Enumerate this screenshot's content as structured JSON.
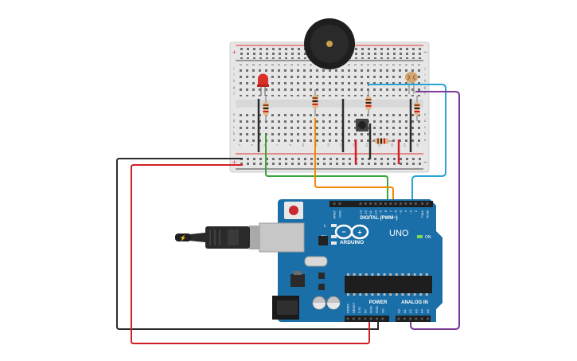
{
  "arduino": {
    "brand": "ARDUINO",
    "model": "UNO",
    "digital_header": "DIGITAL (PWM~)",
    "power_header": "POWER",
    "analog_header": "ANALOG IN",
    "aref": "AREF",
    "gnd": "GND",
    "digital_pins": [
      "13",
      "12",
      "~11",
      "~10",
      "~9",
      "8",
      "7",
      "~6",
      "~5",
      "4",
      "~3",
      "2",
      "TX▸1",
      "RX◂0"
    ],
    "power_pins": [
      "IOREF",
      "RESET",
      "3.3V",
      "5V",
      "GND",
      "GND",
      "Vin"
    ],
    "analog_pins": [
      "A0",
      "A1",
      "A2",
      "A3",
      "A4",
      "A5"
    ],
    "led_l": "L",
    "led_tx": "TX",
    "led_rx": "RX",
    "led_on": "ON"
  },
  "breadboard": {
    "plus_sign": "+",
    "minus_sign": "−",
    "row_letters_top": [
      "j",
      "i",
      "h",
      "g",
      "f"
    ],
    "row_letters_bottom": [
      "e",
      "d",
      "c",
      "b",
      "a"
    ],
    "column_numbers": [
      "1",
      "3",
      "5",
      "7",
      "9",
      "11",
      "13",
      "15",
      "17",
      "19",
      "21",
      "23",
      "25",
      "27",
      "29"
    ]
  },
  "colors": {
    "board": "#1b6fa8",
    "wire_black": "#2b2b2b",
    "wire_red": "#d21f25",
    "wire_green": "#3aa538",
    "wire_orange": "#f08a00",
    "wire_blue": "#2aa4d5",
    "wire_purple": "#7b3a96"
  }
}
